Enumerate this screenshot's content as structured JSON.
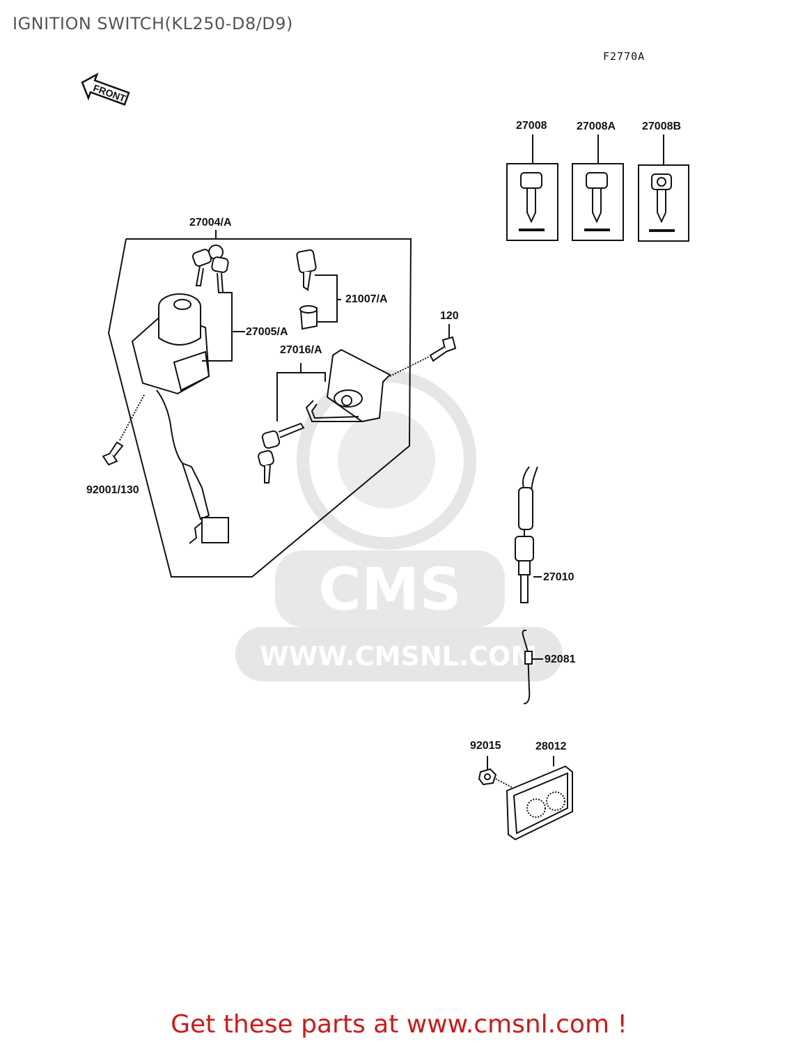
{
  "title": "IGNITION SWITCH(KL250-D8/D9)",
  "figure_code": "F2770A",
  "front_label": "FRONT",
  "watermark": {
    "logo_text": "CMS",
    "url_text": "WWW.CMSNL.COM"
  },
  "parts": {
    "p27008": "27008",
    "p27008A": "27008A",
    "p27008B": "27008B",
    "p27004": "27004/A",
    "p21007": "21007/A",
    "p27005": "27005/A",
    "p27016": "27016/A",
    "p120": "120",
    "p92001": "92001/130",
    "p27010": "27010",
    "p92081": "92081",
    "p92015": "92015",
    "p28012": "28012"
  },
  "footer": "Get these parts at www.cmsnl.com !"
}
